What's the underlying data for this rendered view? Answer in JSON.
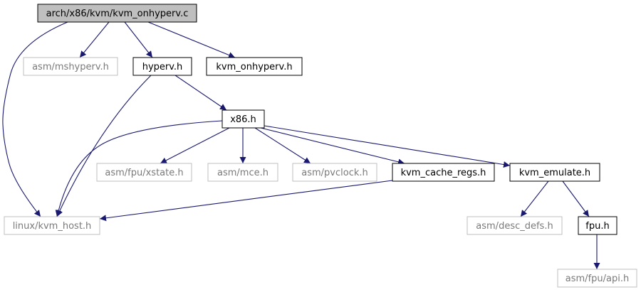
{
  "graph": {
    "nodes": [
      {
        "id": "kvm_onhyperv_c",
        "label": "arch/x86/kvm/kvm_onhyperv.c",
        "kind": "root"
      },
      {
        "id": "asm_mshyperv_h",
        "label": "asm/mshyperv.h",
        "kind": "external"
      },
      {
        "id": "hyperv_h",
        "label": "hyperv.h",
        "kind": "local"
      },
      {
        "id": "kvm_onhyperv_h",
        "label": "kvm_onhyperv.h",
        "kind": "local"
      },
      {
        "id": "x86_h",
        "label": "x86.h",
        "kind": "local"
      },
      {
        "id": "asm_fpu_xstate_h",
        "label": "asm/fpu/xstate.h",
        "kind": "external"
      },
      {
        "id": "asm_mce_h",
        "label": "asm/mce.h",
        "kind": "external"
      },
      {
        "id": "asm_pvclock_h",
        "label": "asm/pvclock.h",
        "kind": "external"
      },
      {
        "id": "kvm_cache_regs_h",
        "label": "kvm_cache_regs.h",
        "kind": "local"
      },
      {
        "id": "kvm_emulate_h",
        "label": "kvm_emulate.h",
        "kind": "local"
      },
      {
        "id": "linux_kvm_host_h",
        "label": "linux/kvm_host.h",
        "kind": "external"
      },
      {
        "id": "asm_desc_defs_h",
        "label": "asm/desc_defs.h",
        "kind": "external"
      },
      {
        "id": "fpu_h",
        "label": "fpu.h",
        "kind": "local"
      },
      {
        "id": "asm_fpu_api_h",
        "label": "asm/fpu/api.h",
        "kind": "external"
      }
    ],
    "edges": [
      {
        "from": "kvm_onhyperv_c",
        "to": "linux_kvm_host_h"
      },
      {
        "from": "kvm_onhyperv_c",
        "to": "asm_mshyperv_h"
      },
      {
        "from": "kvm_onhyperv_c",
        "to": "hyperv_h"
      },
      {
        "from": "kvm_onhyperv_c",
        "to": "kvm_onhyperv_h"
      },
      {
        "from": "hyperv_h",
        "to": "linux_kvm_host_h"
      },
      {
        "from": "hyperv_h",
        "to": "x86_h"
      },
      {
        "from": "x86_h",
        "to": "linux_kvm_host_h"
      },
      {
        "from": "x86_h",
        "to": "asm_fpu_xstate_h"
      },
      {
        "from": "x86_h",
        "to": "asm_mce_h"
      },
      {
        "from": "x86_h",
        "to": "asm_pvclock_h"
      },
      {
        "from": "x86_h",
        "to": "kvm_cache_regs_h"
      },
      {
        "from": "x86_h",
        "to": "kvm_emulate_h"
      },
      {
        "from": "kvm_cache_regs_h",
        "to": "linux_kvm_host_h"
      },
      {
        "from": "kvm_emulate_h",
        "to": "asm_desc_defs_h"
      },
      {
        "from": "kvm_emulate_h",
        "to": "fpu_h"
      },
      {
        "from": "fpu_h",
        "to": "asm_fpu_api_h"
      }
    ]
  },
  "colors": {
    "edge": "#191970",
    "root_fill": "#bfbfbf",
    "external_border": "#bfbfbf",
    "external_text": "#7a7a7a",
    "local_border": "#000000"
  }
}
